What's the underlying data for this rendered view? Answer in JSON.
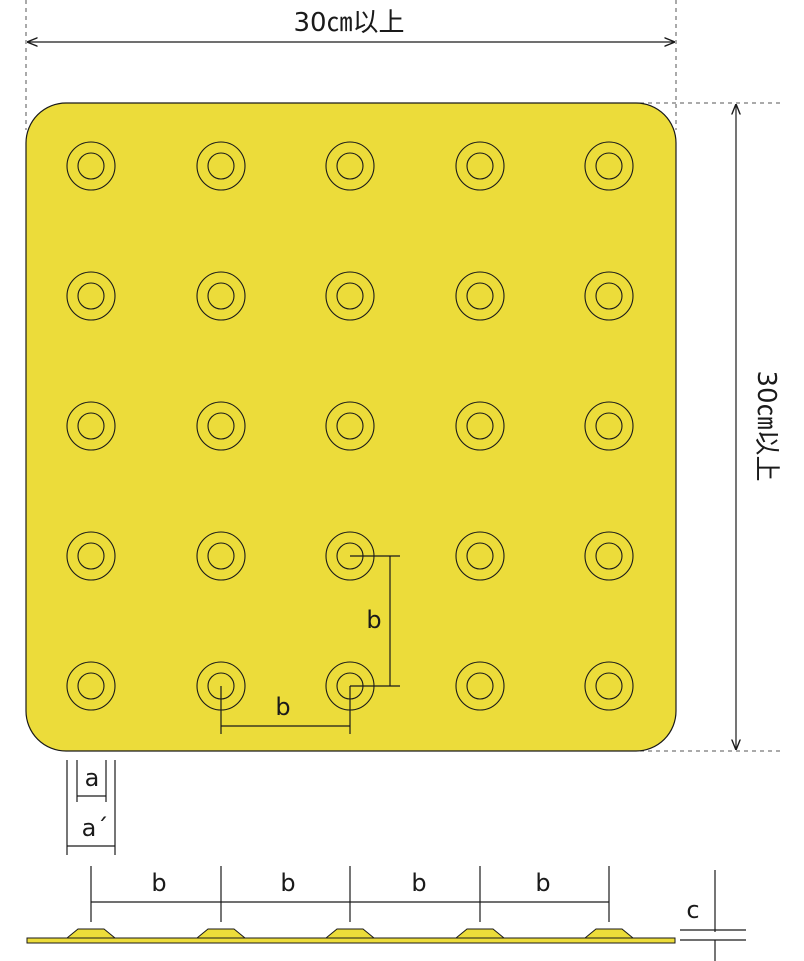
{
  "width_label": "30㎝以上",
  "height_label": "30㎝以上",
  "grid": {
    "rows": 5,
    "cols": 5
  },
  "labels": {
    "b_vertical": "b",
    "b_horizontal": "b",
    "a": "a",
    "a_prime": "a´",
    "c": "c",
    "profile_b": [
      "b",
      "b",
      "b",
      "b"
    ]
  },
  "colors": {
    "block_fill": "#ecdc3a",
    "outline": "#1a1a1a"
  }
}
